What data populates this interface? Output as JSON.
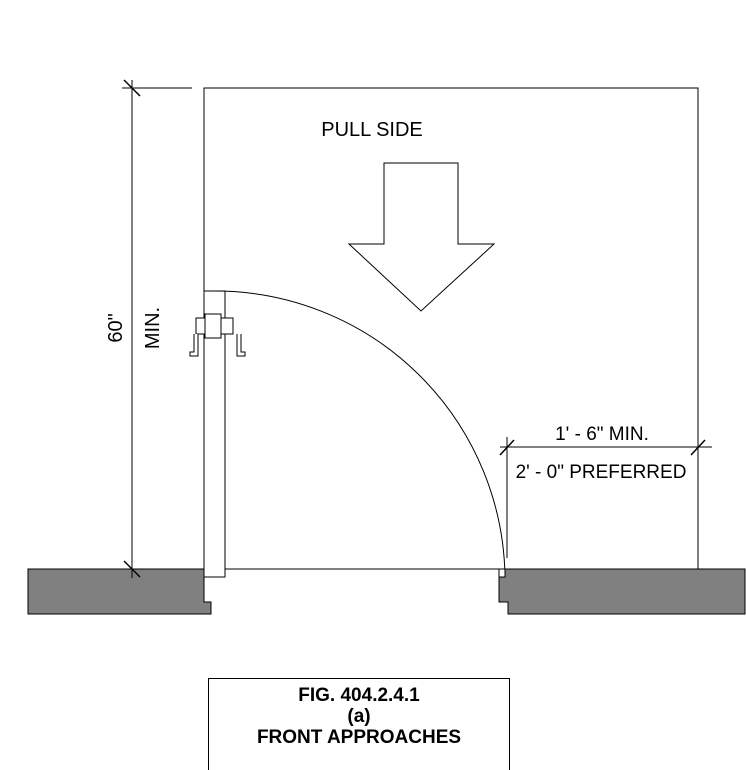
{
  "diagram": {
    "pull_side_label": "PULL SIDE",
    "depth_dimension": "60\"",
    "depth_qualifier": "MIN.",
    "clearance_min": "1' - 6\" MIN.",
    "clearance_preferred": "2' - 0\" PREFERRED",
    "wall_color": "#808080",
    "line_color": "#000000"
  },
  "caption": {
    "figure_number": "FIG. 404.2.4.1",
    "sub_label": "(a)",
    "title": "FRONT APPROACHES"
  }
}
